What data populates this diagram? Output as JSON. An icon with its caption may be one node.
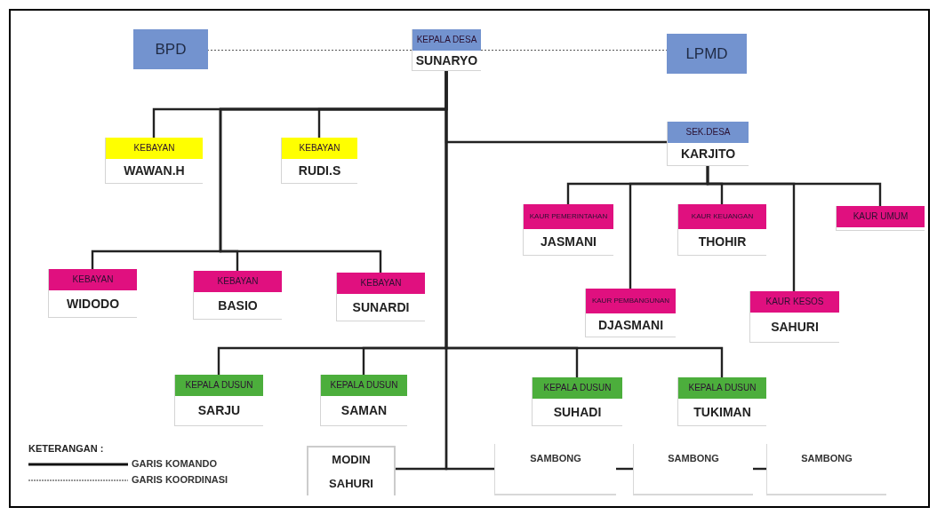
{
  "diagram": {
    "nodes": [
      {
        "text": [
          "BPD"
        ]
      },
      {
        "text": [
          "KEPALA DESA",
          "SUNARYO"
        ]
      },
      {
        "text": [
          "LPMD"
        ]
      },
      {
        "text": [
          "KEBAYAN",
          "WAWAN.H"
        ]
      },
      {
        "text": [
          "KEBAYAN",
          "RUDI.S"
        ]
      },
      {
        "text": [
          "SEK.DESA",
          "KARJITO"
        ]
      },
      {
        "text": [
          "KEBAYAN",
          "WIDODO"
        ]
      },
      {
        "text": [
          "KEBAYAN",
          "BASIO"
        ]
      },
      {
        "text": [
          "KEBAYAN",
          "SUNARDI"
        ]
      },
      {
        "text": [
          "KAUR PEMERINTAHAN",
          "JASMANI"
        ]
      },
      {
        "text": [
          "KAUR KEUANGAN",
          "THOHIR"
        ]
      },
      {
        "text": [
          "KAUR UMUM"
        ]
      },
      {
        "text": [
          "KAUR PEMBANGUNAN",
          "DJASMANI"
        ]
      },
      {
        "text": [
          "KAUR KESOS",
          "SAHURI"
        ]
      },
      {
        "text": [
          "KEPALA DUSUN",
          "SARJU"
        ]
      },
      {
        "text": [
          "KEPALA DUSUN",
          "SAMAN"
        ]
      },
      {
        "text": [
          "KEPALA DUSUN",
          "SUHADI"
        ]
      },
      {
        "text": [
          "KEPALA DUSUN",
          "TUKIMAN"
        ]
      },
      {
        "text": [
          "MODIN",
          "SAHURI"
        ]
      },
      {
        "text": [
          "SAMBONG"
        ]
      },
      {
        "text": [
          "SAMBONG"
        ]
      },
      {
        "text": [
          "SAMBONG"
        ]
      }
    ],
    "edges": [
      {
        "from": 1,
        "to": 0,
        "arrow": "none",
        "style": "dashed"
      },
      {
        "from": 1,
        "to": 2,
        "arrow": "none",
        "style": "dashed"
      },
      {
        "from": 1,
        "to": 3,
        "arrow": "none"
      },
      {
        "from": 1,
        "to": 4,
        "arrow": "none"
      },
      {
        "from": 1,
        "to": 5,
        "arrow": "none"
      },
      {
        "from": 1,
        "to": 6,
        "arrow": "none"
      },
      {
        "from": 1,
        "to": 7,
        "arrow": "none"
      },
      {
        "from": 1,
        "to": 8,
        "arrow": "none"
      },
      {
        "from": 5,
        "to": 9,
        "arrow": "none"
      },
      {
        "from": 5,
        "to": 10,
        "arrow": "none"
      },
      {
        "from": 5,
        "to": 11,
        "arrow": "none"
      },
      {
        "from": 5,
        "to": 12,
        "arrow": "none"
      },
      {
        "from": 5,
        "to": 13,
        "arrow": "none"
      },
      {
        "from": 1,
        "to": 14,
        "arrow": "none"
      },
      {
        "from": 1,
        "to": 15,
        "arrow": "none"
      },
      {
        "from": 1,
        "to": 16,
        "arrow": "none"
      },
      {
        "from": 1,
        "to": 17,
        "arrow": "none"
      },
      {
        "from": 1,
        "to": 18,
        "arrow": "none"
      },
      {
        "from": 1,
        "to": 19,
        "arrow": "none"
      },
      {
        "from": 19,
        "to": 20,
        "arrow": "none"
      },
      {
        "from": 20,
        "to": 21,
        "arrow": "none"
      }
    ],
    "labels": [
      "KETERANGAN :"
    ],
    "legend": [
      {
        "text": "GARIS KOMANDO"
      },
      {
        "text": "GARIS KOORDINASI"
      }
    ]
  }
}
